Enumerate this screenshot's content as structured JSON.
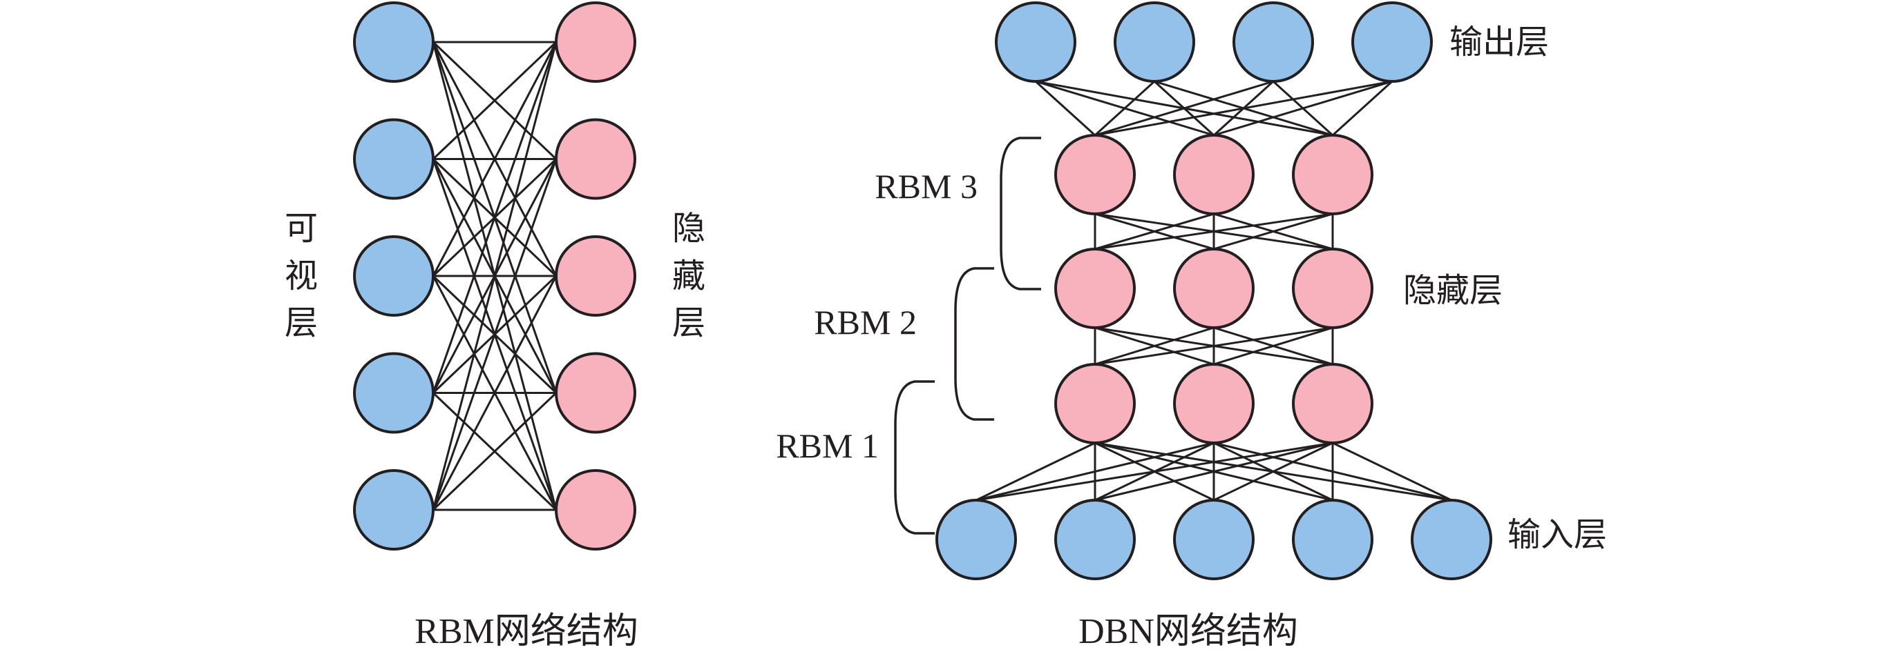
{
  "colors": {
    "visible_node": "#93C1E9",
    "hidden_node": "#F8B2BE",
    "ink": "#231F20",
    "background": "#FFFFFF"
  },
  "rbm": {
    "caption": "RBM网络结构",
    "visible_label": [
      "可",
      "视",
      "层"
    ],
    "hidden_label": [
      "隐",
      "藏",
      "层"
    ],
    "visible_units": 5,
    "hidden_units": 5,
    "connectivity": "fully-connected bipartite (visible ↔ hidden)"
  },
  "dbn": {
    "caption": "DBN网络结构",
    "layers": [
      {
        "name": "output",
        "label": "输出层",
        "units": 4,
        "kind": "visible"
      },
      {
        "name": "hidden-3",
        "label": "",
        "units": 3,
        "kind": "hidden"
      },
      {
        "name": "hidden-2",
        "label": "隐藏层",
        "units": 3,
        "kind": "hidden"
      },
      {
        "name": "hidden-1",
        "label": "",
        "units": 3,
        "kind": "hidden"
      },
      {
        "name": "input",
        "label": "输入层",
        "units": 5,
        "kind": "visible"
      }
    ],
    "rbm_groups": [
      {
        "label": "RBM 3",
        "spans": [
          "hidden-3",
          "hidden-2"
        ]
      },
      {
        "label": "RBM 2",
        "spans": [
          "hidden-2",
          "hidden-1"
        ]
      },
      {
        "label": "RBM 1",
        "spans": [
          "hidden-1",
          "input"
        ]
      }
    ]
  }
}
